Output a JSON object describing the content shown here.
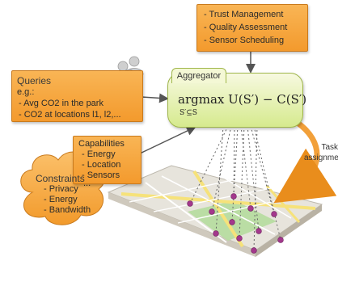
{
  "management_box": {
    "items": [
      "- Trust Management",
      "- Quality Assessment",
      "- Sensor Scheduling"
    ]
  },
  "queries_box": {
    "title": "Queries",
    "intro": "e.g.:",
    "items": [
      "- Avg CO2 in the park",
      "- CO2 at locations l1, l2,..."
    ]
  },
  "aggregator": {
    "title": "Aggregator",
    "formula_main": "argmax U(S′) − C(S′)",
    "formula_sub": "S′⊆S"
  },
  "capabilities_box": {
    "title": "Capabilities",
    "items": [
      "- Energy",
      "- Location",
      "- Sensors",
      "..."
    ]
  },
  "constraints_cloud": {
    "title": "Constraints",
    "items": [
      "- Privacy",
      "- Energy",
      "- Bandwidth"
    ]
  },
  "task_assignment": {
    "line1": "Task",
    "line2": "assignme"
  },
  "colors": {
    "orange_box": "#f5a540",
    "aggregator_fill": "#e2f0a8",
    "sensor_node": "#a3388c",
    "park_green": "#b7dca0",
    "road_yellow": "#f6e27a"
  },
  "icons": [
    "users-icon",
    "arrow-icon",
    "map-icon",
    "sensor-node-icon",
    "cloud-icon"
  ]
}
